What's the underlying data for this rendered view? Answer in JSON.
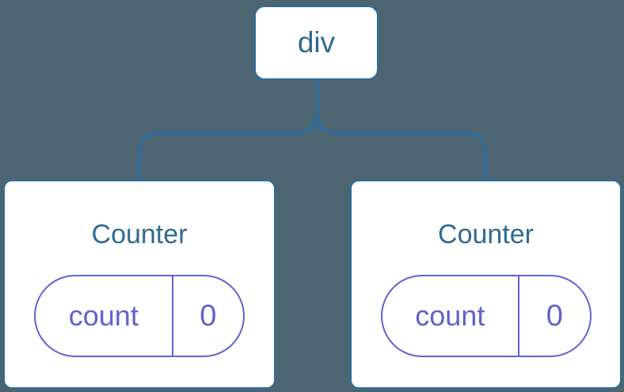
{
  "theme": {
    "bg": "#4c6570",
    "line": "#2c6c9e",
    "card_bg": "#ffffff",
    "node_text": "#2f6b8f",
    "pill": "#6161d4"
  },
  "tree": {
    "root": {
      "label": "div"
    },
    "children": [
      {
        "title": "Counter",
        "state": {
          "key": "count",
          "value": "0"
        }
      },
      {
        "title": "Counter",
        "state": {
          "key": "count",
          "value": "0"
        }
      }
    ]
  }
}
